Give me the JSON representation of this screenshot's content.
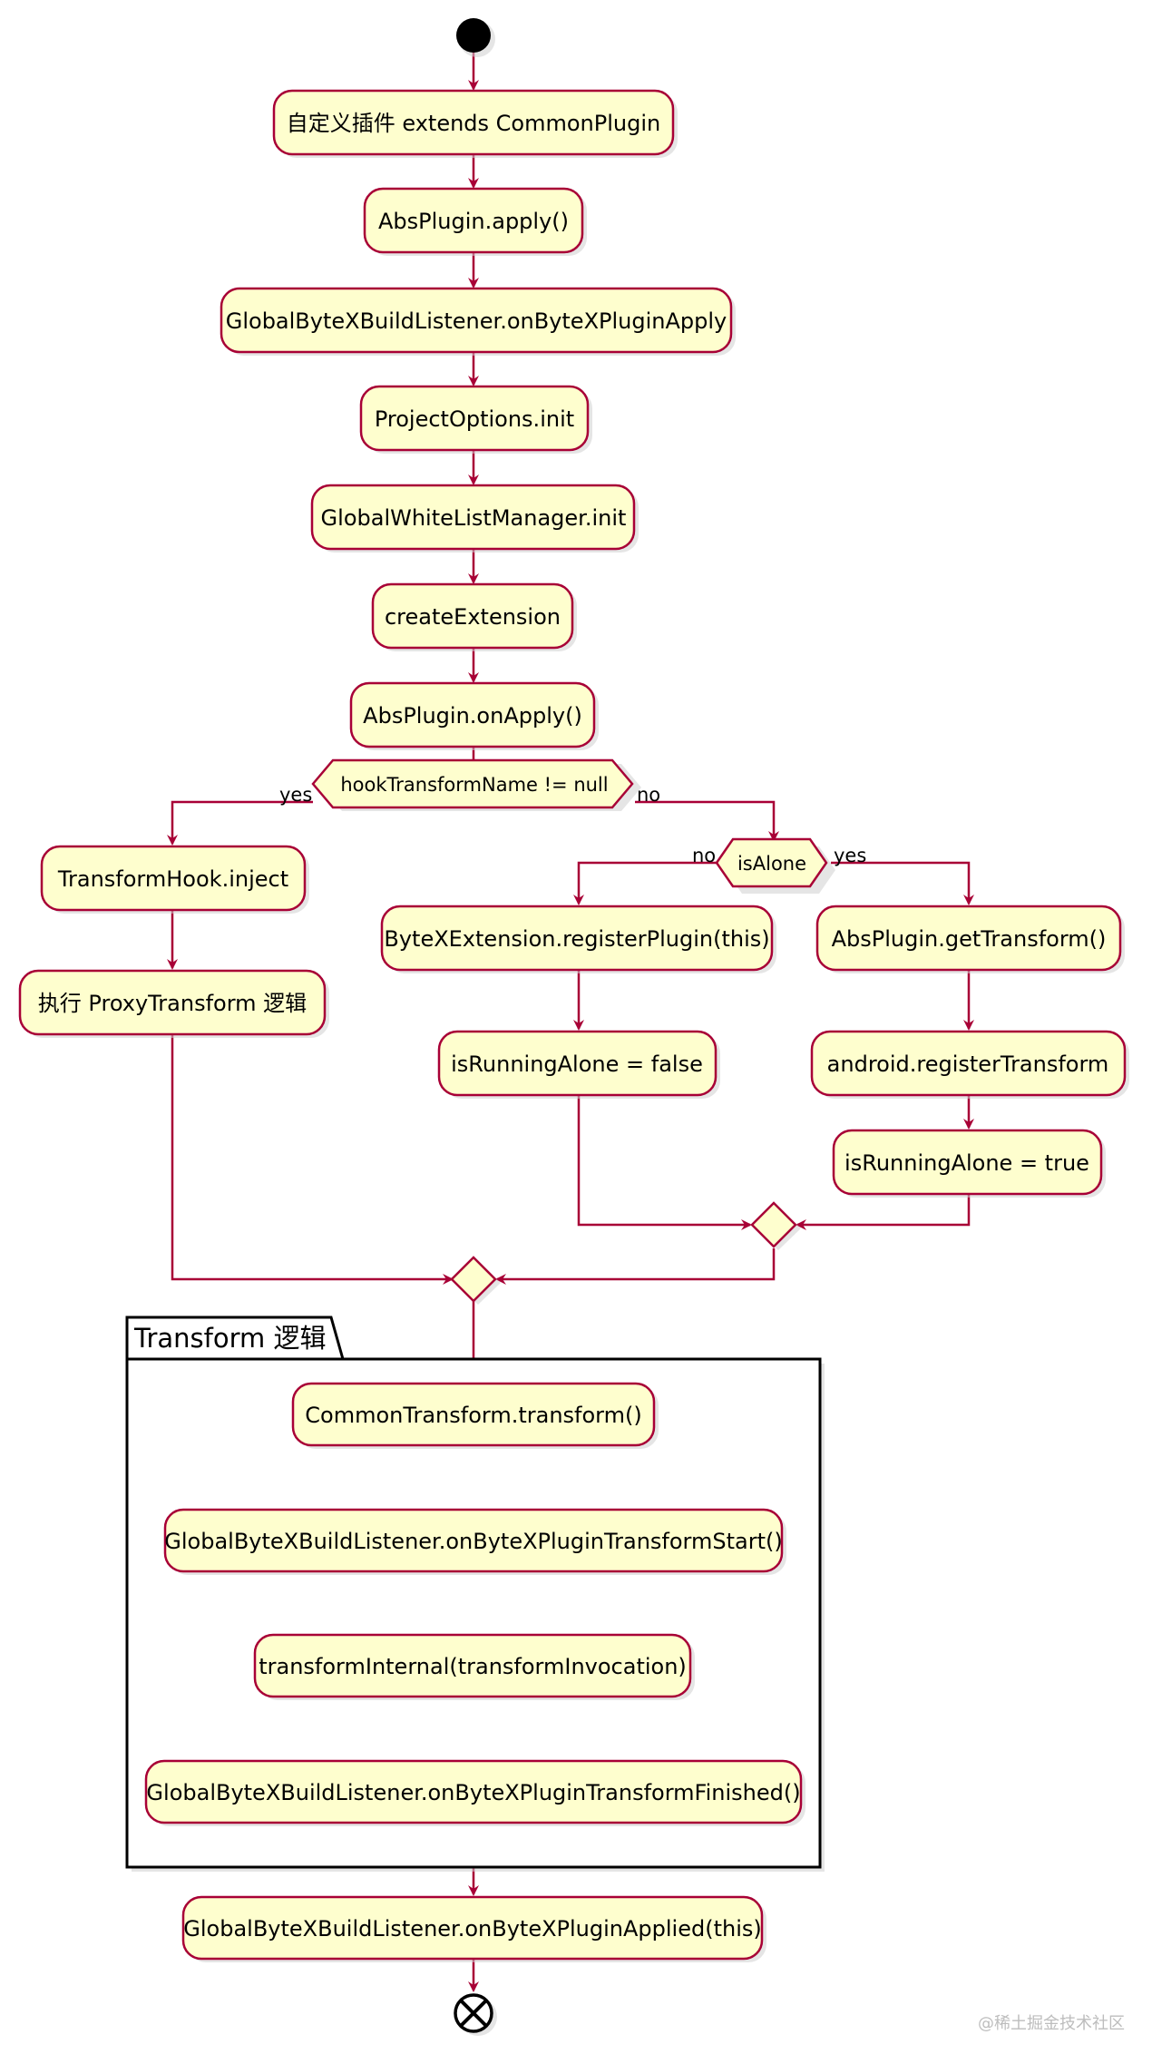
{
  "nodes": {
    "custom_plugin": "自定义插件 extends CommonPlugin",
    "abs_apply": "AbsPlugin.apply()",
    "listener_apply": "GlobalByteXBuildListener.onByteXPluginApply",
    "project_options": "ProjectOptions.init",
    "whitelist": "GlobalWhiteListManager.init",
    "create_ext": "createExtension",
    "on_apply": "AbsPlugin.onApply()",
    "hook_decision": "hookTransformName != null",
    "transform_hook": "TransformHook.inject",
    "proxy_transform": "执行 ProxyTransform 逻辑",
    "is_alone": "isAlone",
    "register_plugin": "ByteXExtension.registerPlugin(this)",
    "running_false": "isRunningAlone = false",
    "get_transform": "AbsPlugin.getTransform()",
    "register_transform": "android.registerTransform",
    "running_true": "isRunningAlone = true",
    "common_transform": "CommonTransform.transform()",
    "transform_start": "GlobalByteXBuildListener.onByteXPluginTransformStart()",
    "transform_internal": "transformInternal(transformInvocation)",
    "transform_finished": "GlobalByteXBuildListener.onByteXPluginTransformFinished()",
    "applied": "GlobalByteXBuildListener.onByteXPluginApplied(this)"
  },
  "branches": {
    "hook_yes": "yes",
    "hook_no": "no",
    "alone_no": "no",
    "alone_yes": "yes"
  },
  "group": {
    "title": "Transform 逻辑"
  },
  "watermark": "@稀土掘金技术社区",
  "colors": {
    "node_fill": "#fefece",
    "stroke": "#a80036",
    "text": "#000000"
  }
}
